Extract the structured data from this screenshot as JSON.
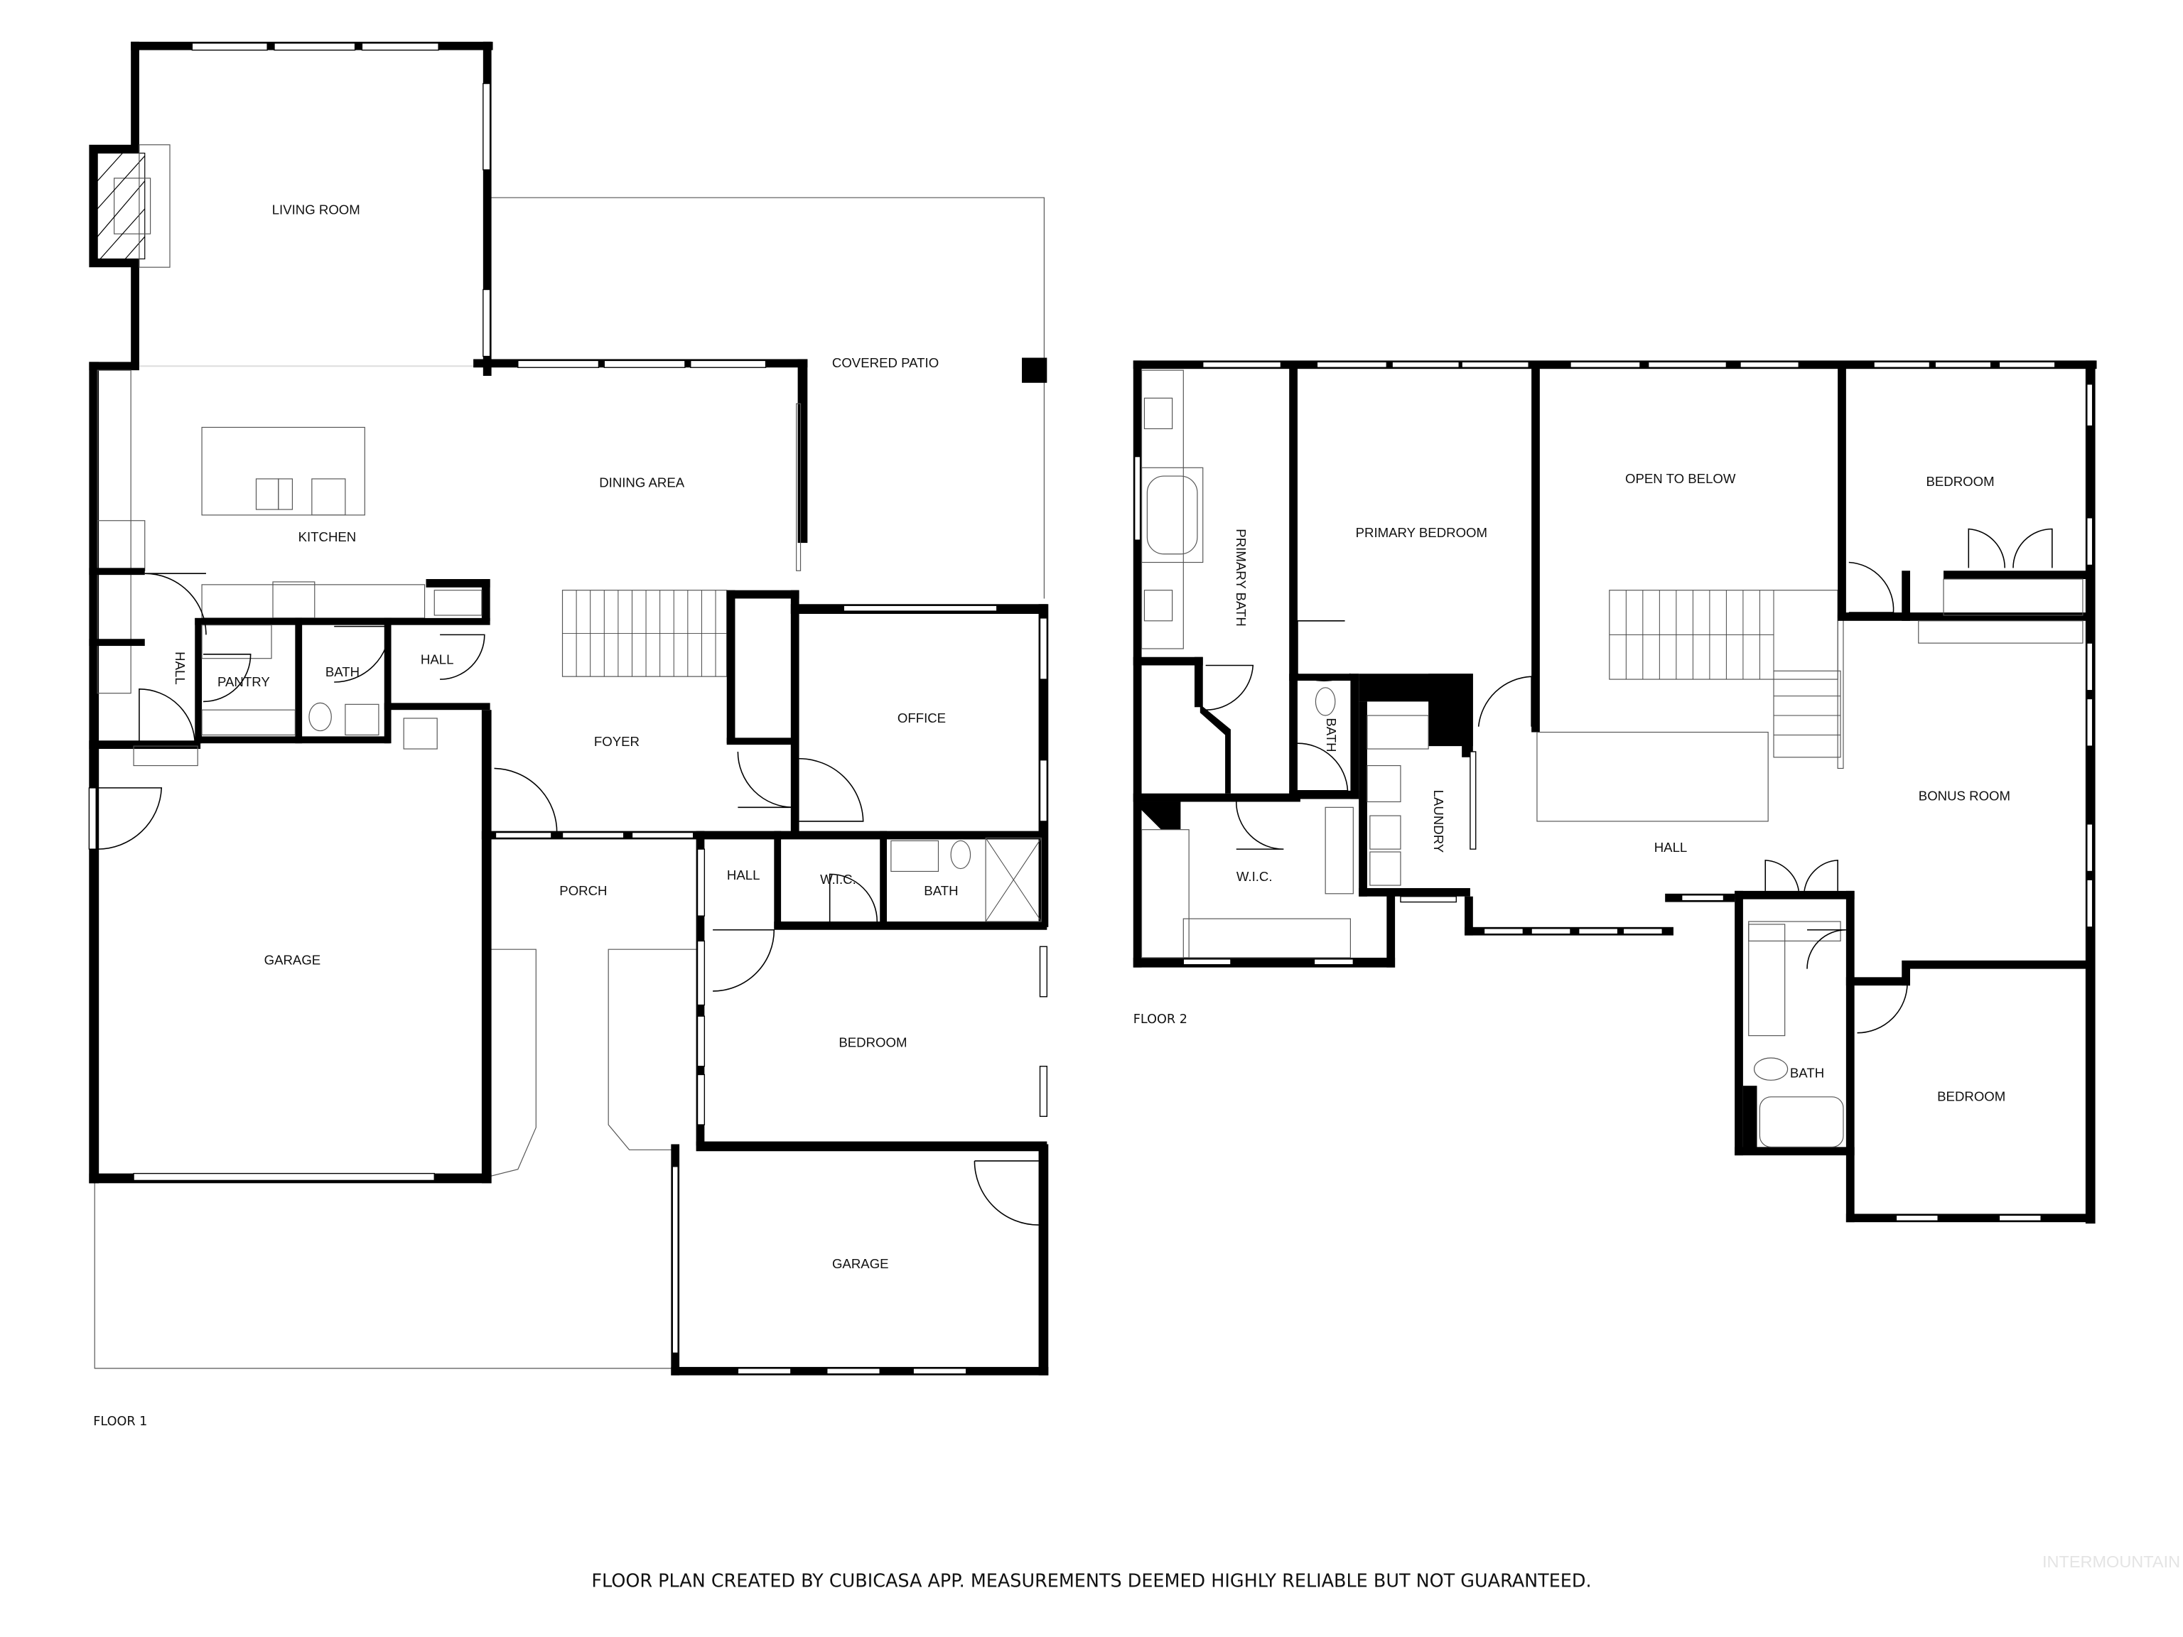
{
  "floor1": {
    "label": "FLOOR 1",
    "rooms": {
      "living_room": "LIVING ROOM",
      "covered_patio": "COVERED PATIO",
      "kitchen": "KITCHEN",
      "dining_area": "DINING AREA",
      "hall_west": "HALL",
      "pantry": "PANTRY",
      "bath_1": "BATH",
      "hall_north": "HALL",
      "foyer": "FOYER",
      "office": "OFFICE",
      "garage_main": "GARAGE",
      "porch": "PORCH",
      "hall_south": "HALL",
      "wic": "W.I.C.",
      "bath_2": "BATH",
      "bedroom": "BEDROOM",
      "garage_second": "GARAGE"
    }
  },
  "floor2": {
    "label": "FLOOR 2",
    "rooms": {
      "primary_bath": "PRIMARY BATH",
      "primary_bedroom": "PRIMARY BEDROOM",
      "open_to_below": "OPEN TO BELOW",
      "bedroom_ne": "BEDROOM",
      "bath_small": "BATH",
      "laundry": "LAUNDRY",
      "wic": "W.I.C.",
      "hall": "HALL",
      "bonus_room": "BONUS ROOM",
      "bath": "BATH",
      "bedroom_se": "BEDROOM"
    }
  },
  "footer": {
    "disclaimer": "FLOOR PLAN CREATED BY CUBICASA APP. MEASUREMENTS DEEMED HIGHLY RELIABLE BUT NOT GUARANTEED.",
    "watermark": "INTERMOUNTAIN"
  }
}
